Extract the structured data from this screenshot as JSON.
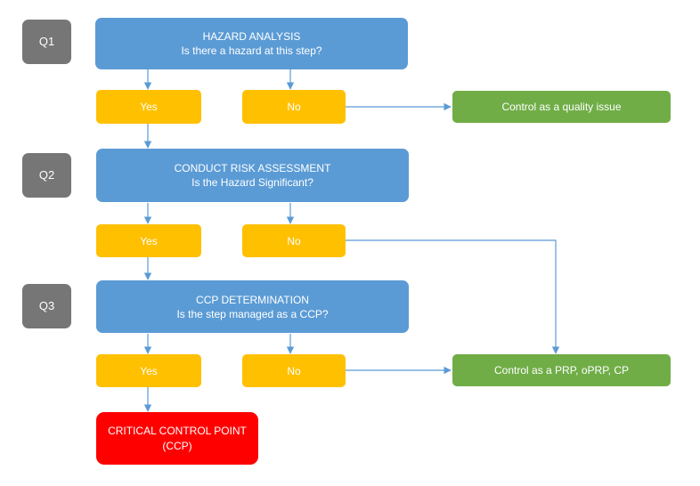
{
  "colors": {
    "question_badge": "#767676",
    "step_box": "#5b9bd5",
    "answer_box": "#ffc000",
    "outcome_box": "#70ad47",
    "ccp_box": "#ff0000",
    "connector": "#5b9bd5"
  },
  "q1": {
    "label": "Q1",
    "title": "HAZARD ANALYSIS",
    "question": "Is there a hazard at this step?",
    "yes": "Yes",
    "no": "No",
    "no_outcome": "Control as a quality issue"
  },
  "q2": {
    "label": "Q2",
    "title": "CONDUCT RISK ASSESSMENT",
    "question": "Is the Hazard Significant?",
    "yes": "Yes",
    "no": "No"
  },
  "q3": {
    "label": "Q3",
    "title": "CCP DETERMINATION",
    "question": "Is the step managed as a CCP?",
    "yes": "Yes",
    "no": "No",
    "no_outcome": "Control as a PRP, oPRP, CP"
  },
  "ccp": {
    "line1": "CRITICAL CONTROL POINT",
    "line2": "(CCP)"
  }
}
